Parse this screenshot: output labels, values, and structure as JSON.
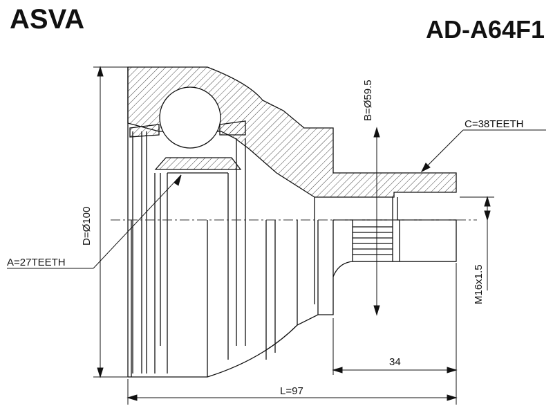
{
  "header": {
    "brand": "ASVA",
    "part_number": "AD-A64F1"
  },
  "dimensions": {
    "outer_diameter": "D=Ø100",
    "length": "L=97",
    "inner_splines": "A=27TEETH",
    "outer_splines": "C=38TEETH",
    "seal_diameter": "B=Ø59.5",
    "thread": "M16x1.5",
    "stub_length": "34"
  },
  "colors": {
    "line": "#111111",
    "hatch": "#444444"
  }
}
